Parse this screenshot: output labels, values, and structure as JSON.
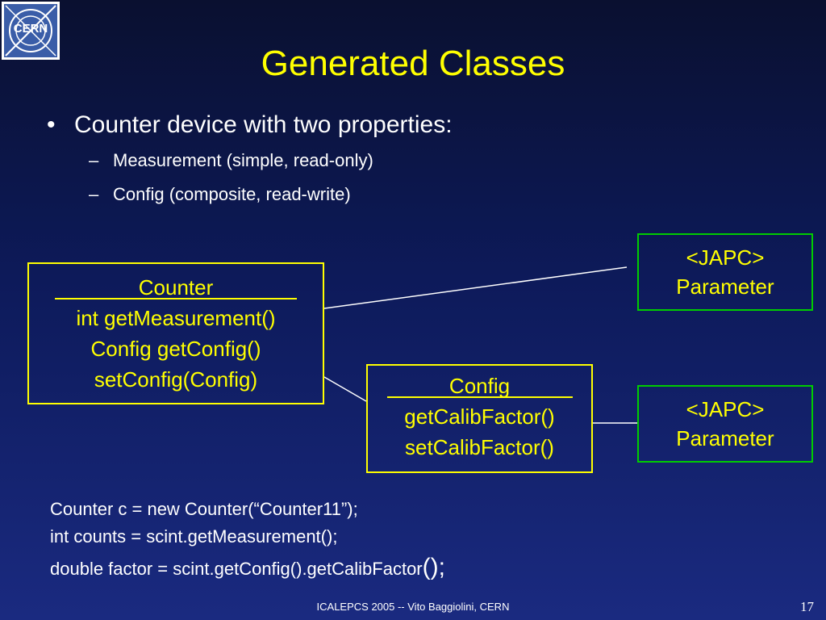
{
  "logo": {
    "text": "CERN"
  },
  "title": "Generated Classes",
  "bullet": {
    "marker": "•",
    "text": "Counter device with two properties:",
    "subitems": [
      {
        "dash": "–",
        "text": "Measurement (simple, read-only)"
      },
      {
        "dash": "–",
        "text": "Config (composite, read-write)"
      }
    ]
  },
  "counter_box": {
    "name": "Counter",
    "methods": [
      "int getMeasurement()",
      "Config getConfig()",
      "setConfig(Config)"
    ]
  },
  "config_box": {
    "name": "Config",
    "methods": [
      "getCalibFactor()",
      "setCalibFactor()"
    ]
  },
  "param_boxes": [
    {
      "line1": "<JAPC>",
      "line2": "Parameter"
    },
    {
      "line1": "<JAPC>",
      "line2": "Parameter"
    }
  ],
  "code": {
    "line1": "Counter c = new Counter(“Counter11”);",
    "line2": "int counts = scint.getMeasurement();",
    "line3_main": "double factor = scint.getConfig().getCalibFactor",
    "line3_end": "();"
  },
  "footer": "ICALEPCS 2005 -- Vito Baggiolini, CERN",
  "page_number": "17",
  "colors": {
    "title": "#ffff00",
    "box_border": "#ffff00",
    "param_border": "#00cc00",
    "background": "#0d1a5a"
  }
}
